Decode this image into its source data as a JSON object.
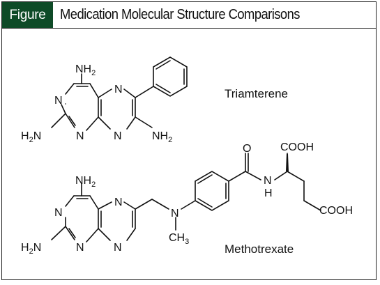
{
  "header": {
    "tag": "Figure",
    "title": "Medication Molecular Structure Comparisons"
  },
  "molecules": [
    {
      "name": "Triamterene",
      "atoms": {
        "n1": "N",
        "n2": "N",
        "n3": "N",
        "n4": "N",
        "nh2_top": "NH",
        "nh2_left": "H",
        "nh2_left_n": "N",
        "nh2_right": "NH",
        "sub2": "2"
      }
    },
    {
      "name": "Methotrexate",
      "atoms": {
        "n1": "N",
        "n2": "N",
        "n3": "N",
        "n4": "N",
        "nh2_top": "NH",
        "nh2_left": "H",
        "nh2_left_n": "N",
        "amine_n": "N",
        "methyl": "CH",
        "sub3": "3",
        "sub2": "2",
        "o": "O",
        "amide_n": "N",
        "amide_h": "H",
        "cooh_top": "COOH",
        "cooh_side": "COOH"
      }
    }
  ]
}
